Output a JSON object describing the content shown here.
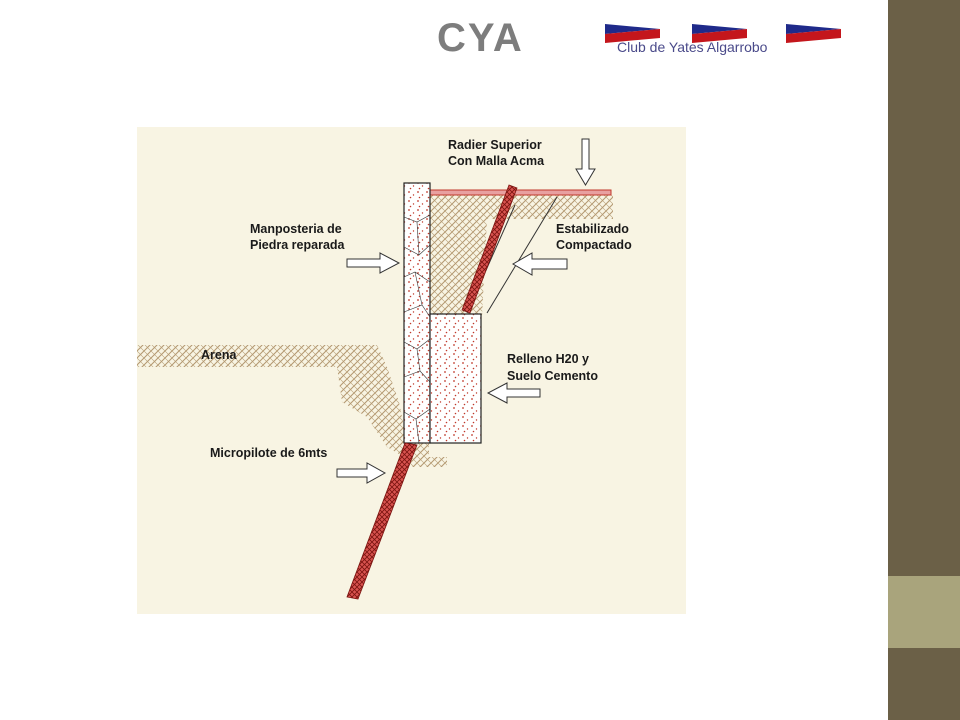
{
  "logo": {
    "mark": "CYA",
    "tagline": "Club de Yates Algarrobo",
    "colors": {
      "mark": "#7d7d7d",
      "tagline": "#4a4a8a",
      "flag_blue": "#1f2a8a",
      "flag_red": "#c4161c"
    }
  },
  "diagram": {
    "labels": {
      "radier_1": "Radier Superior",
      "radier_2": "Con Malla Acma",
      "estabilizado_1": "Estabilizado",
      "estabilizado_2": "Compactado",
      "manposteria_1": "Manposteria de",
      "manposteria_2": "Piedra reparada",
      "arena": "Arena",
      "relleno_1": "Relleno H20 y",
      "relleno_2": "Suelo Cemento",
      "micropilote": "Micropilote de 6mts"
    },
    "colors": {
      "background": "#f8f4e3",
      "soil": "#b59a72",
      "concrete_dots": "#c0392b",
      "pile": "#c0392b"
    }
  },
  "theme": {
    "sidebar_dark": "#6b6047",
    "sidebar_light": "#a9a47c"
  }
}
